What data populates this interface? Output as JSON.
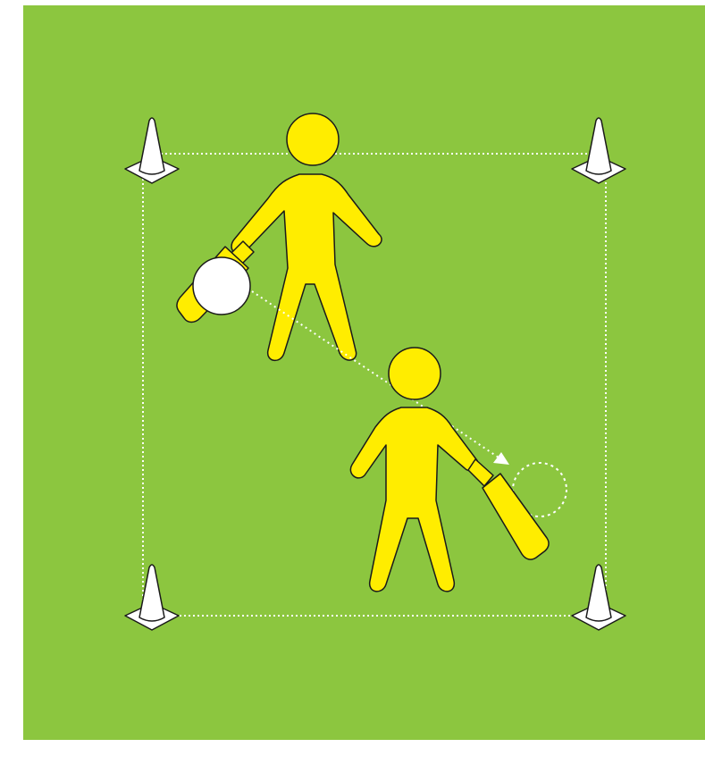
{
  "diagram": {
    "colors": {
      "field": "#8cc63f",
      "player": "#ffed00",
      "outline": "#1a1a1a",
      "cone": "#ffffff",
      "ball": "#ffffff",
      "marking": "#ffffff"
    },
    "cones": [
      "cone-top-left",
      "cone-top-right",
      "cone-bottom-left",
      "cone-bottom-right"
    ],
    "players": [
      {
        "role": "player-with-ball",
        "icon": "person-icon",
        "holds": "bat"
      },
      {
        "role": "player-receiving",
        "icon": "person-icon",
        "holds": "bat"
      }
    ],
    "ball": {
      "icon": "ball-icon"
    },
    "path": {
      "style": "dotted",
      "icon": "dotted-arrow-icon"
    },
    "target": {
      "style": "dotted",
      "icon": "dotted-circle-icon"
    },
    "boundary": {
      "style": "dotted",
      "shape": "square"
    }
  }
}
